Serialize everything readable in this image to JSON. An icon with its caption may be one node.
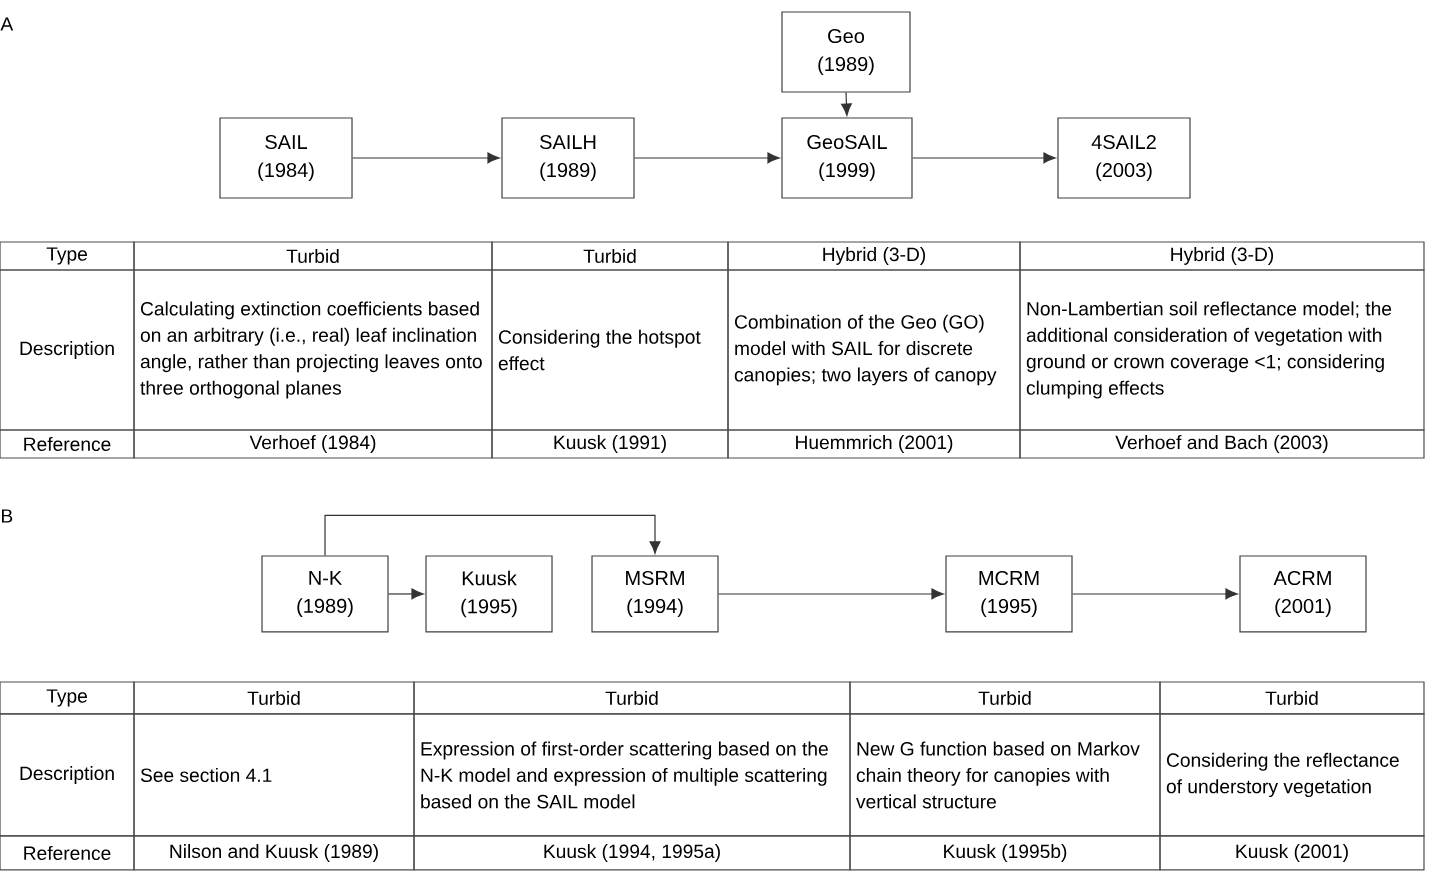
{
  "diagram": {
    "nodes": [
      {
        "text": [
          "SAIL (1984)"
        ]
      },
      {
        "text": [
          "SAILH (1989)"
        ]
      },
      {
        "text": [
          "Geo (1989)"
        ]
      },
      {
        "text": [
          "GeoSAIL (1999)"
        ]
      },
      {
        "text": [
          "4SAIL2 (2003)"
        ]
      },
      {
        "text": [
          "N-K (1989)"
        ]
      },
      {
        "text": [
          "Kuusk (1995)"
        ]
      },
      {
        "text": [
          "MSRM (1994)"
        ]
      },
      {
        "text": [
          "MCRM (1995)"
        ]
      },
      {
        "text": [
          "ACRM (2001)"
        ]
      }
    ],
    "edges": [
      {
        "from": 0,
        "to": 1,
        "arrow": "to"
      },
      {
        "from": 1,
        "to": 3,
        "arrow": "to"
      },
      {
        "from": 2,
        "to": 3,
        "arrow": "to"
      },
      {
        "from": 3,
        "to": 4,
        "arrow": "to"
      },
      {
        "from": 5,
        "to": 6,
        "arrow": "to"
      },
      {
        "from": 5,
        "to": 7,
        "arrow": "to"
      },
      {
        "from": 7,
        "to": 8,
        "arrow": "to"
      },
      {
        "from": 8,
        "to": 9,
        "arrow": "to"
      }
    ],
    "labels": [
      "A",
      "Type",
      "Turbid",
      "Turbid",
      "Hybrid (3-D)",
      "Hybrid (3-D)",
      "Description",
      "Calculating extinction coefficients based on an arbitrary (i.e., real) leaf inclination angle, rather than projecting leaves onto three orthogonal planes",
      "Considering the hotspot effect",
      "Combination of the Geo (GO) model with SAIL for discrete canopies; two layers of canopy",
      "Non-Lambertian soil reflectance model; the additional consideration of vegetation with ground or crown coverage <1; considering clumping effects",
      "Reference",
      "Verhoef (1984)",
      "Kuusk (1991)",
      "Huemmrich (2001)",
      "Verhoef and Bach (2003)",
      "B",
      "Type",
      "Turbid",
      "Turbid",
      "Turbid",
      "Turbid",
      "Description",
      "See section 4.1",
      "Expression of first-order scattering based on the N-K model and expression of multiple scattering based on the SAIL model",
      "New G function based on Markov chain theory for canopies with vertical structure",
      "Considering the reflectance of understory vegetation",
      "Reference",
      "Nilson and Kuusk (1989)",
      "Kuusk (1994, 1995a)",
      "Kuusk (1995b)",
      "Kuusk (2001)"
    ]
  }
}
